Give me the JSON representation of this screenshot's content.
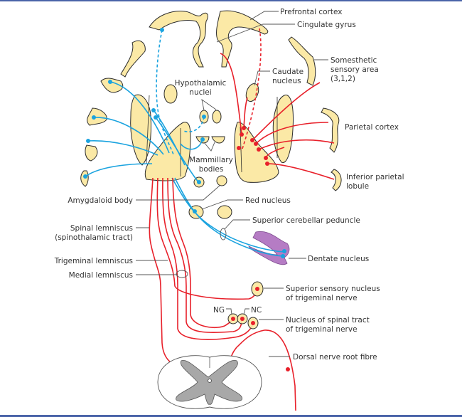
{
  "labels": {
    "prefrontal_cortex": "Prefrontal cortex",
    "cingulate_gyrus": "Cingulate gyrus",
    "somesthetic_1": "Somesthetic",
    "somesthetic_2": "sensory area",
    "somesthetic_3": "(3,1,2)",
    "caudate_1": "Caudate",
    "caudate_2": "nucleus",
    "hypothalamic_1": "Hypothalamic",
    "hypothalamic_2": "nuclei",
    "parietal_cortex": "Parietal cortex",
    "mammillary_1": "Mammillary",
    "mammillary_2": "bodies",
    "inferior_parietal_1": "Inferior parietal",
    "inferior_parietal_2": "lobule",
    "amygdaloid_body": "Amygdaloid body",
    "red_nucleus": "Red nucleus",
    "superior_cerebellar_peduncle": "Superior cerebellar peduncle",
    "spinal_lemniscus_1": "Spinal lemniscus",
    "spinal_lemniscus_2": "(spinothalamic tract)",
    "trigeminal_lemniscus": "Trigeminal lemniscus",
    "medial_lemniscus": "Medial lemniscus",
    "dentate_nucleus": "Dentate nucleus",
    "superior_sensory_1": "Superior sensory nucleus",
    "superior_sensory_2": "of trigeminal nerve",
    "ng": "NG",
    "nc": "NC",
    "spinal_tract_1": "Nucleus of spinal tract",
    "spinal_tract_2": "of trigeminal nerve",
    "dorsal_root": "Dorsal nerve root fibre"
  },
  "colors": {
    "ascending_pathway": "#e8202a",
    "cerebellar_pathway": "#1aa3df",
    "nuclei_fill": "#fbe9a6",
    "dentate": "#b57cc4",
    "frame": "#4a63a8"
  }
}
